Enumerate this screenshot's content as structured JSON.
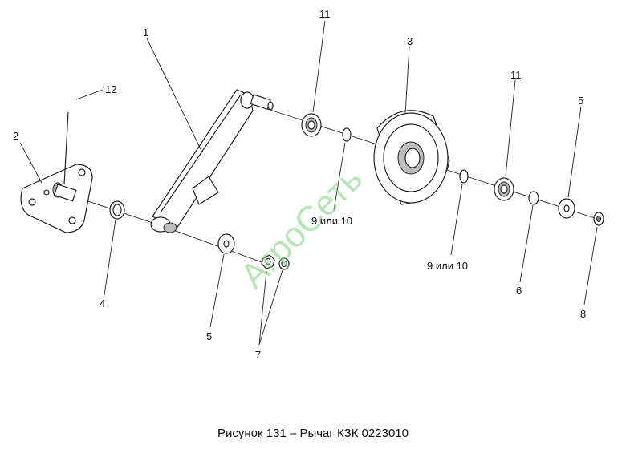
{
  "caption": "Рисунок 131 – Рычаг КЗК 0223010",
  "watermark": "АгроСеть",
  "callouts": {
    "c1": "1",
    "c2": "2",
    "c3": "3",
    "c4": "4",
    "c5a": "5",
    "c5b": "5",
    "c6": "6",
    "c7": "7",
    "c8": "8",
    "c9a": "9 или 10",
    "c9b": "9 или 10",
    "c11a": "11",
    "c11b": "11",
    "c12": "12"
  }
}
